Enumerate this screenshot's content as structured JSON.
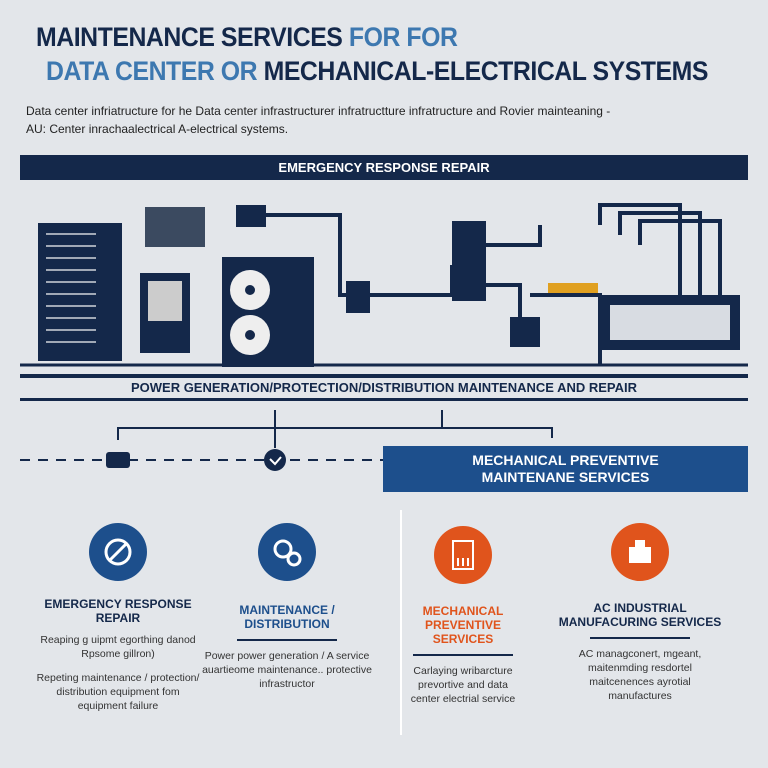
{
  "title": {
    "line1_main": "MAINTENANCE SERVICES",
    "line1_accent": "FOR FOR",
    "line2_accent": "DATA CENTER OR",
    "line2_main": "MECHANICAL-ELECTRICAL SYSTEMS"
  },
  "subtitle": [
    "Data center infriatructure for he Data center infrastructurer infratructture infratructure and Rovier mainteaning -",
    "AU: Center inrachaalectrical A-electrical systems."
  ],
  "banners": {
    "top": "EMERGENCY RESPONSE REPAIR",
    "middle": "POWER GENERATION/PROTECTION/DISTRIBUTION MAINTENANCE AND REPAIR",
    "box_line1": "MECHANICAL PREVENTIVE",
    "box_line2": "MAINTENANE SERVICES"
  },
  "colors": {
    "navy": "#14284a",
    "orange": "#e0541c",
    "blue": "#1d4f8c"
  },
  "columns": [
    {
      "icon": "repair-gear-icon",
      "color": "#1d4f8c",
      "title": "EMERGENCY RESPONSE REPAIR",
      "paragraphs": [
        "Reaping g uipmt egorthing danod Rpsome gillron)",
        "Repeting maintenance / protection/ distribution equipment fom equipment failure"
      ]
    },
    {
      "icon": "gears-icon",
      "color": "#1d4f8c",
      "title": "MAINTENANCE / DISTRIBUTION",
      "paragraphs": [
        "Power power generation / A service auartieome maintenance.. protective infrastructor"
      ]
    },
    {
      "icon": "electrical-panel-icon",
      "color": "#e0541c",
      "title": "MECHANICAL PREVENTIVE SERVICES",
      "paragraphs": [
        "Carlaying wribarcture prevortive and data center electrial service"
      ]
    },
    {
      "icon": "industrial-machine-icon",
      "color": "#e0541c",
      "title": "AC INDUSTRIAL MANUFACURING SERVICES",
      "paragraphs": [
        "AC managconert, mgeant, maitenmding resdortel maitcenences ayrotial manufactures"
      ]
    }
  ]
}
